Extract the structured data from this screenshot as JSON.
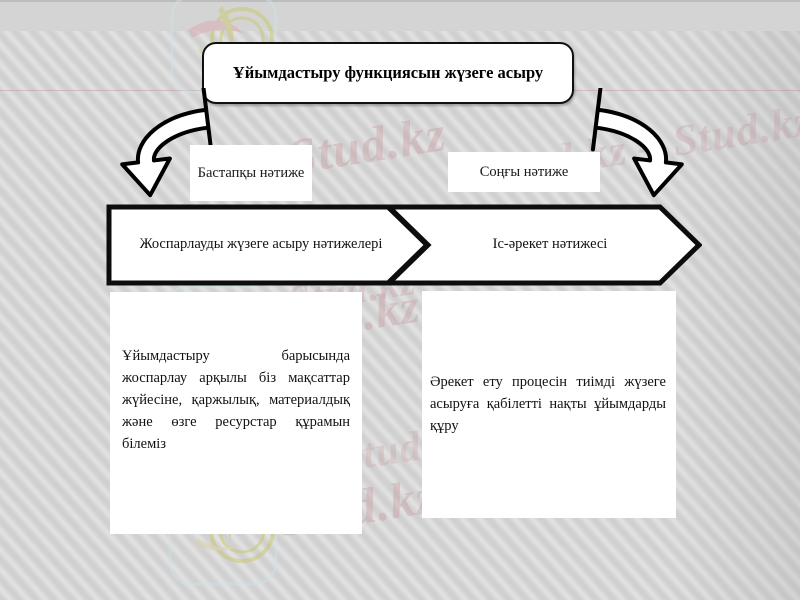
{
  "slide": {
    "title": "Ұйымдастыру функциясын жүзеге асыру",
    "background_color": "#d3d3d3",
    "shape_fill": "#ffffff",
    "shape_outline": "#101010"
  },
  "arrows": {
    "left_arrow": "curved-arrow-left-down",
    "right_arrow": "curved-arrow-right-down"
  },
  "labels": {
    "start_result": "Бастапқы нәтиже",
    "final_result": "Соңғы нәтиже"
  },
  "chevrons": [
    {
      "name": "planning-results",
      "text": "Жоспарлауды жүзеге асыру нәтижелері"
    },
    {
      "name": "action-result",
      "text": "Іс-әрекет нәтижесі"
    }
  ],
  "panels": [
    {
      "name": "left-panel",
      "text": "Ұйымдастыру барысында жоспарлау арқылы біз мақсаттар жүйесіне, қаржылық, материалдық және өзге ресурстар құрамын білеміз"
    },
    {
      "name": "right-panel",
      "text": "Әрекет ету процесін тиімді жүзеге асыруға қабілетті нақты ұйымдарды құру"
    }
  ],
  "watermarks": {
    "text_1": "Stud.kz",
    "text_2": "Stud.kz",
    "text_3": "Stud.kz – Stud.kz",
    "text_4": "Stud.kz – Stud.k",
    "text_5": "Stud.kz",
    "logo": "stud-kz-logo"
  }
}
